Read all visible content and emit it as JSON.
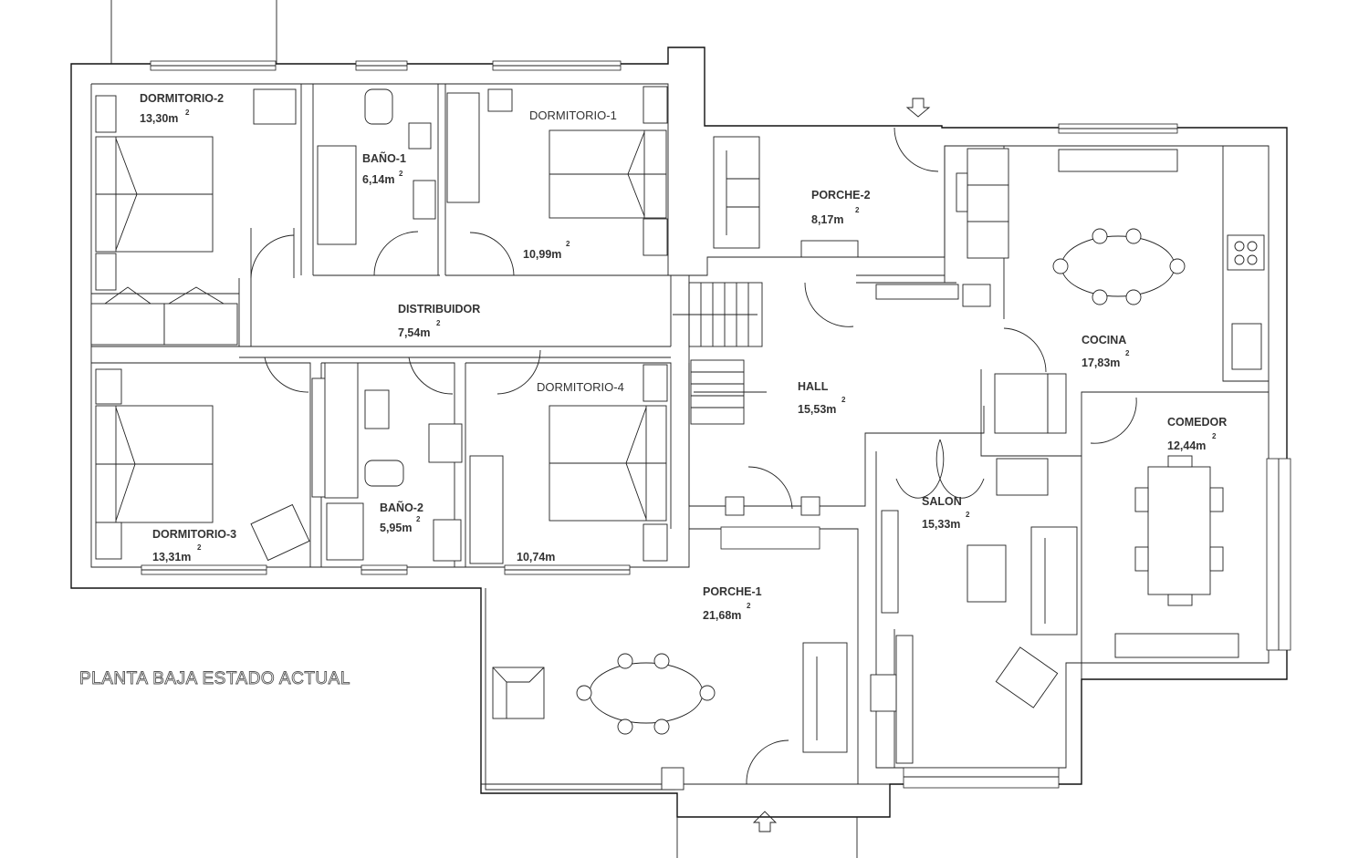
{
  "title": "PLANTA BAJA ESTADO ACTUAL",
  "rooms": {
    "dormitorio2": {
      "name": "DORMITORIO-2",
      "area": "13,30m",
      "sup": "2"
    },
    "bano1": {
      "name": "BAÑO-1",
      "area": "6,14m",
      "sup": "2"
    },
    "dormitorio1": {
      "name": "DORMITORIO-1",
      "area": "10,99m",
      "sup": "2"
    },
    "porche2": {
      "name": "PORCHE-2",
      "area": "8,17m",
      "sup": "2"
    },
    "distribuidor": {
      "name": "DISTRIBUIDOR",
      "area": "7,54m",
      "sup": "2"
    },
    "cocina": {
      "name": "COCINA",
      "area": "17,83m",
      "sup": "2"
    },
    "hall": {
      "name": "HALL",
      "area": "15,53m",
      "sup": "2"
    },
    "dormitorio4": {
      "name": "DORMITORIO-4",
      "area": "10,74m"
    },
    "comedor": {
      "name": "COMEDOR",
      "area": "12,44m",
      "sup": "2"
    },
    "dormitorio3": {
      "name": "DORMITORIO-3",
      "area": "13,31m",
      "sup": "2"
    },
    "bano2": {
      "name": "BAÑO-2",
      "area": "5,95m",
      "sup": "2"
    },
    "salon": {
      "name": "SALON",
      "area": "15,33m",
      "sup": "2"
    },
    "porche1": {
      "name": "PORCHE-1",
      "area": "21,68m",
      "sup": "2"
    }
  }
}
